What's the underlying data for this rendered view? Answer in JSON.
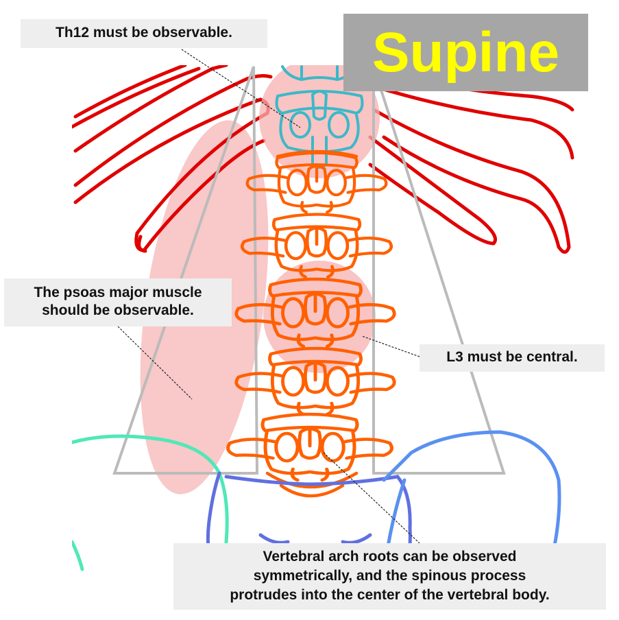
{
  "title": "Supine",
  "callouts": {
    "th12": "Th12 must be observable.",
    "psoas_line1": "The psoas major muscle",
    "psoas_line2": "should be observable.",
    "l3": "L3 must be central.",
    "arch_line1": "Vertebral arch roots can be observed",
    "arch_line2": "symmetrically, and the spinous process",
    "arch_line3": "protrudes into the center of the vertebral body."
  },
  "colors": {
    "title_text": "#ffff00",
    "title_bg": "#a6a6a6",
    "callout_bg": "#eeeeee",
    "ribs": "#e00000",
    "thoracic_vertebra": "#3cb8c8",
    "lumbar_vertebrae": "#ff6000",
    "pelvis": "#6070e0",
    "iliac_left": "#50e8b8",
    "iliac_right": "#5a90f0",
    "highlight": "#f7b0b0",
    "guide_lines": "#bbbbbb"
  }
}
